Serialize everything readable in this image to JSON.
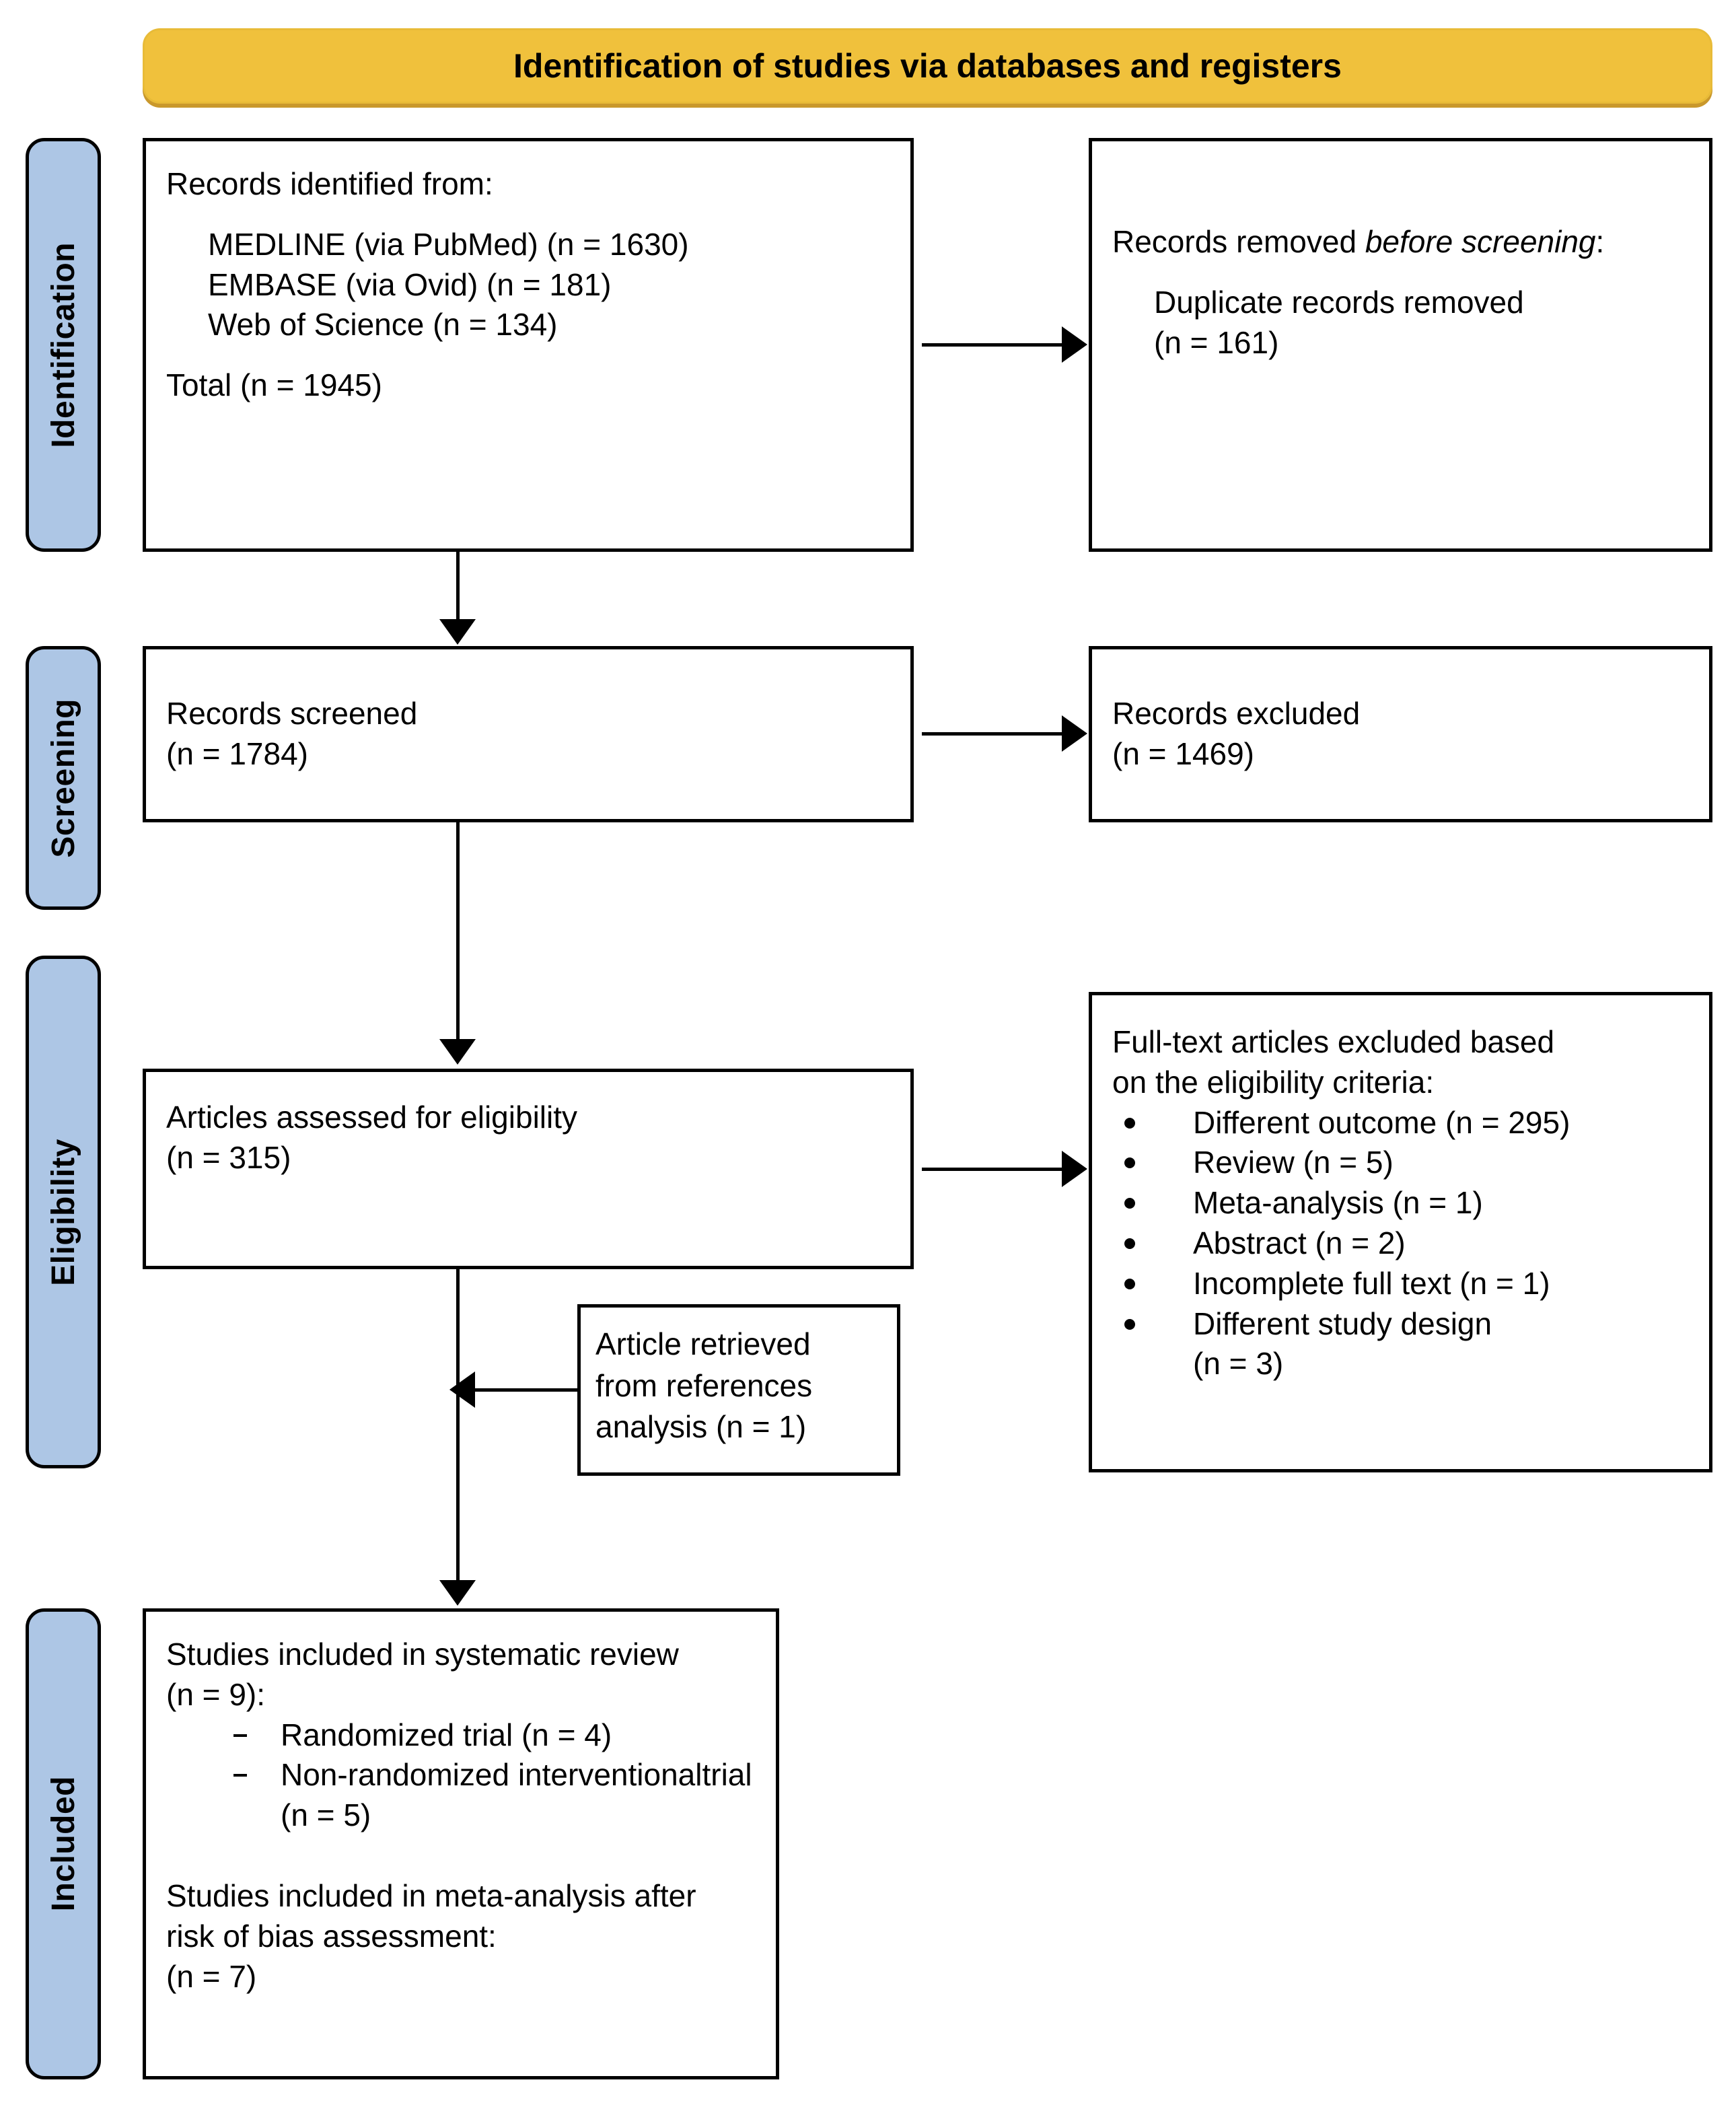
{
  "header": {
    "title": "Identification of studies via databases and registers"
  },
  "stages": [
    {
      "id": "identification",
      "label": "Identification"
    },
    {
      "id": "screening",
      "label": "Screening"
    },
    {
      "id": "eligibility",
      "label": "Eligibility"
    },
    {
      "id": "included",
      "label": "Included"
    }
  ],
  "colors": {
    "header_fill": "#f0c13c",
    "header_shadow": "#c9982c",
    "stage_fill": "#adc6e5",
    "box_border": "#000000",
    "box_fill": "#ffffff"
  },
  "boxes": {
    "identified": {
      "heading": "Records identified from:",
      "sources": [
        "MEDLINE (via PubMed) (n = 1630)",
        "EMBASE (via Ovid) (n = 181)",
        "Web of Science (n = 134)"
      ],
      "total": "Total (n = 1945)"
    },
    "removed": {
      "heading_plain": "Records removed ",
      "heading_italic": "before screening",
      "heading_colon": ":",
      "detail_line1": "Duplicate records removed",
      "detail_line2": "(n = 161)"
    },
    "screened": {
      "line1": "Records screened",
      "line2": "(n = 1784)"
    },
    "excluded": {
      "line1": "Records excluded",
      "line2": "(n = 1469)"
    },
    "assessed": {
      "line1": "Articles assessed for eligibility",
      "line2": "(n = 315)"
    },
    "fulltext_excluded": {
      "heading_line1": "Full-text articles excluded based",
      "heading_line2": "on the eligibility criteria:",
      "items": [
        {
          "text": "Different outcome (n = 295)",
          "cont": ""
        },
        {
          "text": "Review (n = 5)",
          "cont": ""
        },
        {
          "text": "Meta-analysis (n = 1)",
          "cont": ""
        },
        {
          "text": "Abstract (n = 2)",
          "cont": ""
        },
        {
          "text": "Incomplete full text (n = 1)",
          "cont": ""
        },
        {
          "text": "Different study design",
          "cont": "(n = 3)"
        }
      ]
    },
    "retrieved": {
      "line1": "Article retrieved",
      "line2": "from references",
      "line3": "analysis (n = 1)"
    },
    "included_final": {
      "heading_line1": "Studies included in systematic review",
      "heading_line2": "(n = 9):",
      "items": [
        {
          "text": "Randomized trial (n = 4)",
          "cont": ""
        },
        {
          "text": "Non-randomized interventional",
          "cont": "trial (n = 5)"
        }
      ],
      "meta_line1": "Studies included in meta-analysis after",
      "meta_line2": "risk of bias assessment:",
      "meta_line3": "(n = 7)"
    }
  },
  "chart_data": {
    "type": "diagram",
    "title": "Identification of studies via databases and registers",
    "nodes": [
      {
        "id": "identified",
        "stage": "Identification",
        "n": 1945,
        "breakdown": {
          "MEDLINE (via PubMed)": 1630,
          "EMBASE (via Ovid)": 181,
          "Web of Science": 134
        }
      },
      {
        "id": "removed",
        "stage": "Identification",
        "duplicate_records_removed": 161
      },
      {
        "id": "screened",
        "stage": "Screening",
        "n": 1784
      },
      {
        "id": "excluded",
        "stage": "Screening",
        "n": 1469
      },
      {
        "id": "assessed",
        "stage": "Eligibility",
        "n": 315
      },
      {
        "id": "fulltext_excluded",
        "stage": "Eligibility",
        "reasons": {
          "Different outcome": 295,
          "Review": 5,
          "Meta-analysis": 1,
          "Abstract": 2,
          "Incomplete full text": 1,
          "Different study design": 3
        }
      },
      {
        "id": "retrieved",
        "stage": "Eligibility",
        "n": 1
      },
      {
        "id": "included_final",
        "stage": "Included",
        "systematic_review_n": 9,
        "breakdown": {
          "Randomized trial": 4,
          "Non-randomized interventional trial": 5
        },
        "meta_analysis_after_risk_of_bias_n": 7
      }
    ],
    "edges": [
      {
        "from": "identified",
        "to": "removed"
      },
      {
        "from": "identified",
        "to": "screened"
      },
      {
        "from": "screened",
        "to": "excluded"
      },
      {
        "from": "screened",
        "to": "assessed"
      },
      {
        "from": "assessed",
        "to": "fulltext_excluded"
      },
      {
        "from": "retrieved",
        "to": "assessed"
      },
      {
        "from": "assessed",
        "to": "included_final"
      }
    ]
  }
}
